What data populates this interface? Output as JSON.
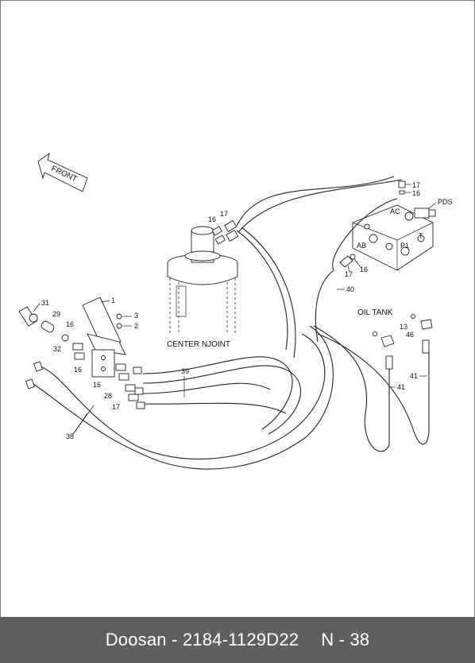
{
  "diagram": {
    "front_label": "FRONT",
    "center_joint_label": "CENTER NJOINT",
    "oil_tank_label": "OIL TANK",
    "pds_label": "PDS",
    "valve_ports": {
      "ac": "AC",
      "ab": "AB",
      "p1": "P1",
      "t": "T"
    },
    "callouts": {
      "c1": "1",
      "c2": "2",
      "c3": "3",
      "c13": "13",
      "c16a": "16",
      "c16b": "16",
      "c16c": "16",
      "c16d": "16",
      "c16e": "16",
      "c16f": "16",
      "c17a": "17",
      "c17b": "17",
      "c17c": "17",
      "c17d": "17",
      "c28": "28",
      "c29": "29",
      "c31": "31",
      "c32": "32",
      "c38": "38",
      "c39": "39",
      "c40": "40",
      "c41a": "41",
      "c41b": "41",
      "c46": "46"
    }
  },
  "footer": {
    "left": "Doosan - 2184-1129D22",
    "right": "N - 38"
  }
}
